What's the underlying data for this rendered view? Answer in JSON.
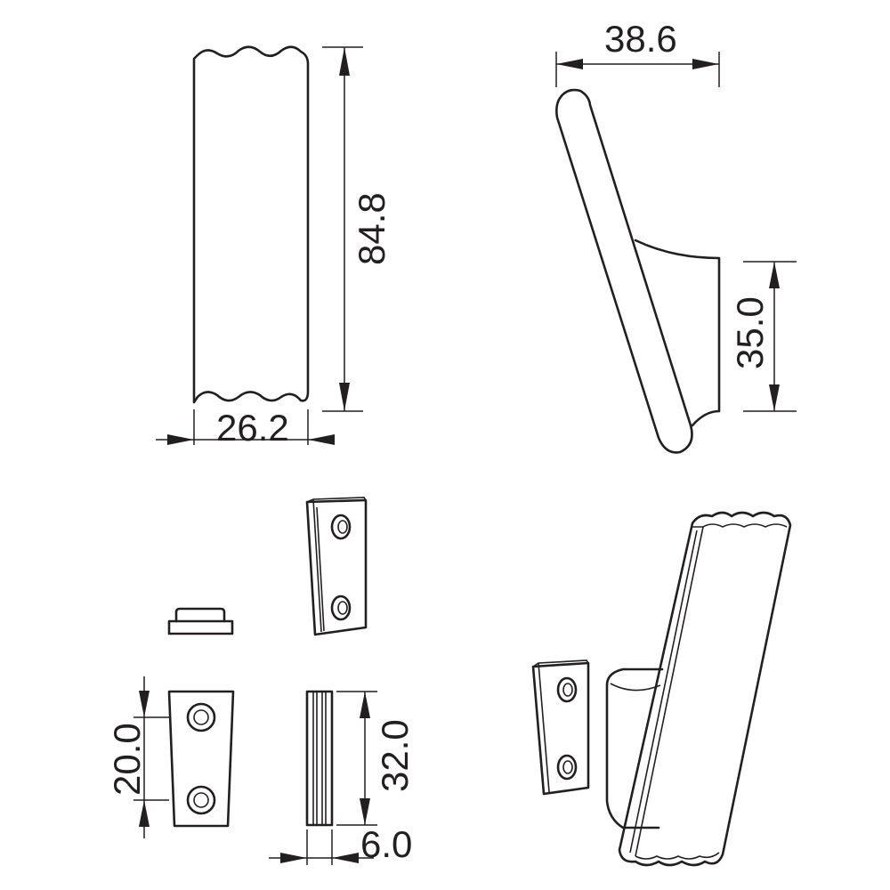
{
  "dimensions": {
    "front_height": "84.8",
    "front_width": "26.2",
    "side_projection": "38.6",
    "side_base_height": "35.0",
    "plate_height": "20.0",
    "plate_side_height": "32.0",
    "plate_thickness": "6.0"
  },
  "colors": {
    "line": "#231f20",
    "background": "#ffffff"
  }
}
